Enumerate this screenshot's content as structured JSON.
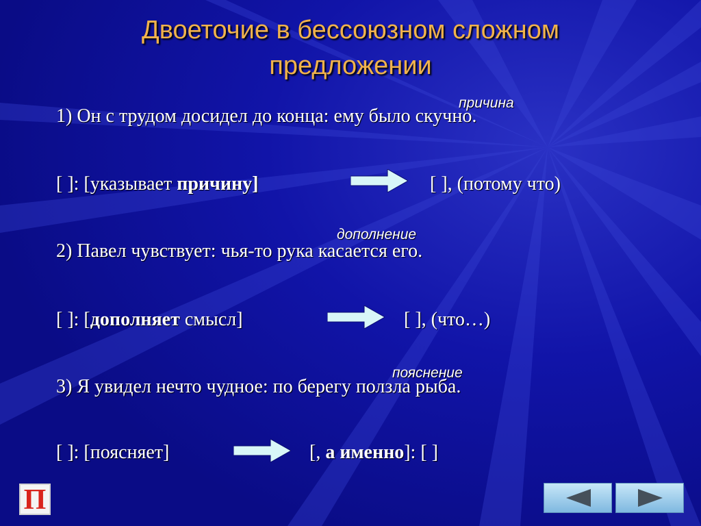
{
  "title": {
    "line1": "Двоеточие в бессоюзном сложном",
    "line2": "предложении"
  },
  "examples": [
    {
      "annotation": "причина",
      "sentence": "1) Он с трудом досидел до конца: ему было скучно.",
      "scheme_start": "[    ]: [указывает ",
      "scheme_bold": "причину]",
      "scheme_end": "",
      "result": "[    ], (потому что)"
    },
    {
      "annotation": "дополнение",
      "sentence": "2) Павел чувствует: чья-то рука касается его.",
      "scheme_start": "[    ]: [",
      "scheme_bold": "дополняет",
      "scheme_end": " смысл]",
      "result": "[    ], (что…)"
    },
    {
      "annotation": "пояснение",
      "sentence": "3) Я увидел нечто чудное: по берегу ползла рыба.",
      "scheme_start": "[    ]: [поясняет]",
      "scheme_bold": "",
      "scheme_end": "",
      "result_start": "[, ",
      "result_bold": "а именно",
      "result_end": "]: [    ]"
    }
  ],
  "nav": {
    "home_label": "П",
    "prev_icon": "triangle-left-icon",
    "next_icon": "triangle-right-icon"
  },
  "colors": {
    "background": "#0d0f9a",
    "title": "#f0b24c",
    "text": "#ffffff",
    "arrow": "#d8f6f8"
  }
}
